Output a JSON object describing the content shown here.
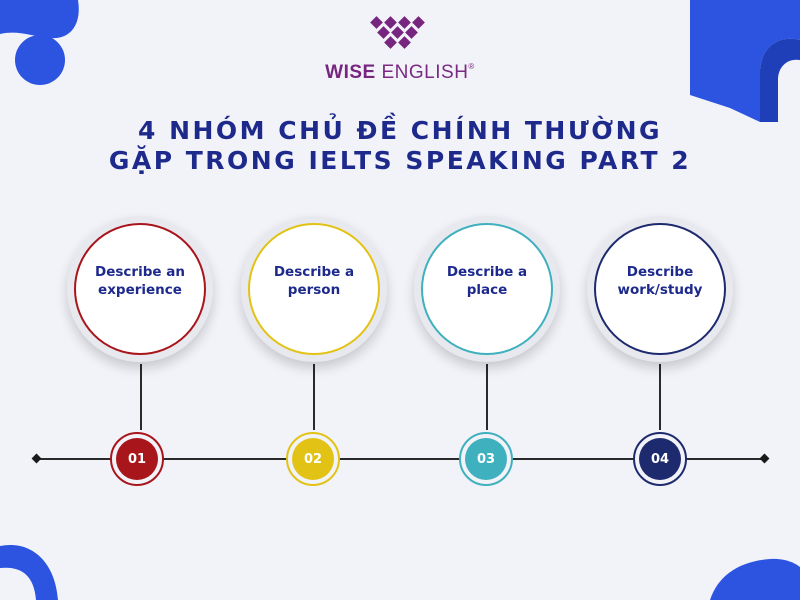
{
  "brand": {
    "name_bold": "WISE",
    "name_regular": " ENGLISH",
    "registered_mark": "®",
    "color": "#77267f"
  },
  "title": {
    "line1": "4 NHÓM CHỦ ĐỀ CHÍNH THƯỜNG",
    "line2": "GẶP TRONG IELTS SPEAKING PART 2",
    "color": "#1d2a8c"
  },
  "topics": [
    {
      "number": "01",
      "label": "Describe an\nexperience",
      "color": "#a8151b"
    },
    {
      "number": "02",
      "label": "Describe a\nperson",
      "color": "#e2c315"
    },
    {
      "number": "03",
      "label": "Describe a\nplace",
      "color": "#3fb0be"
    },
    {
      "number": "04",
      "label": "Describe\nwork/study",
      "color": "#1d2a6e"
    }
  ],
  "decorations": {
    "accent_color": "#2c54e0",
    "icons": [
      "logo-icon",
      "blob-top-left",
      "arch-top-right",
      "arch-bottom-left",
      "blob-bottom-right"
    ]
  }
}
